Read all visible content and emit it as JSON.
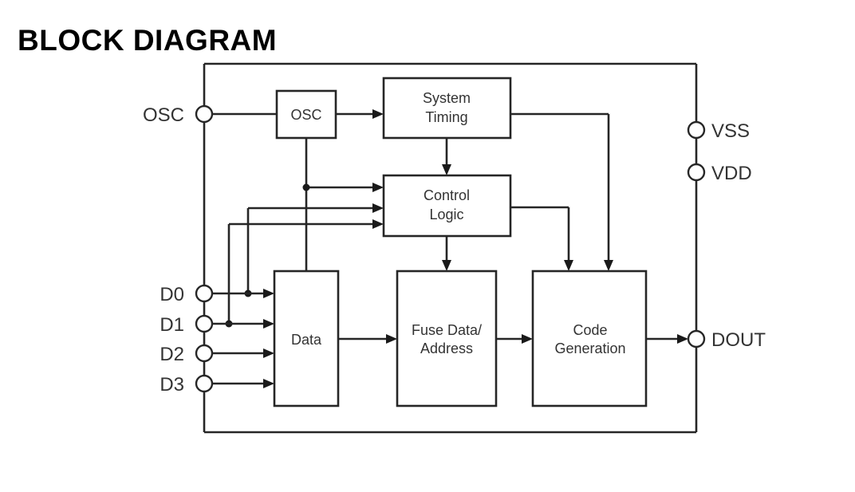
{
  "title": "BLOCK DIAGRAM",
  "blocks": {
    "osc": [
      "OSC"
    ],
    "system_timing": [
      "System",
      "Timing"
    ],
    "control_logic": [
      "Control",
      "Logic"
    ],
    "data": [
      "Data"
    ],
    "fuse": [
      "Fuse Data/",
      "Address"
    ],
    "code": [
      "Code",
      "Generation"
    ]
  },
  "pins": {
    "osc": "OSC",
    "vss": "VSS",
    "vdd": "VDD",
    "d0": "D0",
    "d1": "D1",
    "d2": "D2",
    "d3": "D3",
    "dout": "DOUT"
  },
  "colors": {
    "line": "#262626",
    "text": "#333333"
  }
}
